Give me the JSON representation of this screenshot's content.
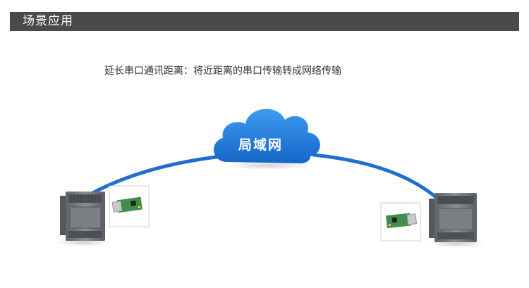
{
  "header": {
    "title": "场景应用"
  },
  "caption": "延长串口通讯距离：将近距离的串口传输转成网络传输",
  "network": {
    "label": "局域网",
    "cloud_color": "#1f7fd8",
    "cable_color": "#1f6fd0"
  },
  "colors": {
    "header_bg": "#4a4a4a",
    "plc_body": "#6f7478",
    "module_pcb": "#3f8f4a"
  }
}
